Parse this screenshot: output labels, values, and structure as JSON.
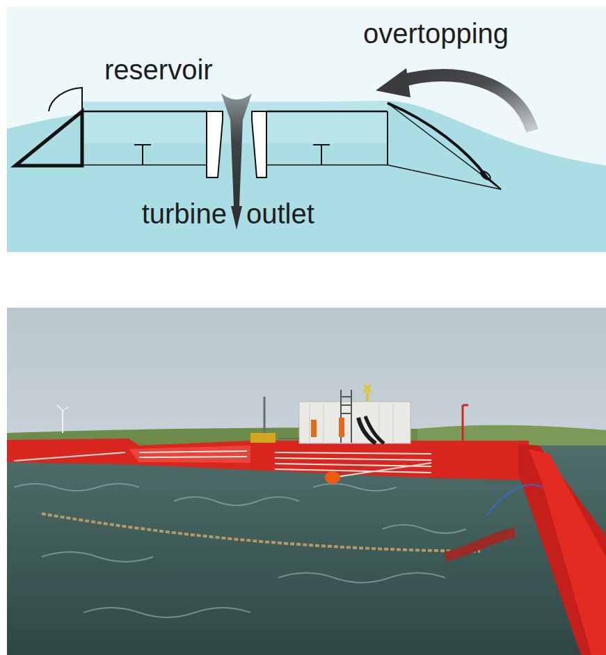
{
  "diagram": {
    "labels": [
      "overtopping",
      "reservoir",
      "turbine",
      "outlet"
    ]
  }
}
